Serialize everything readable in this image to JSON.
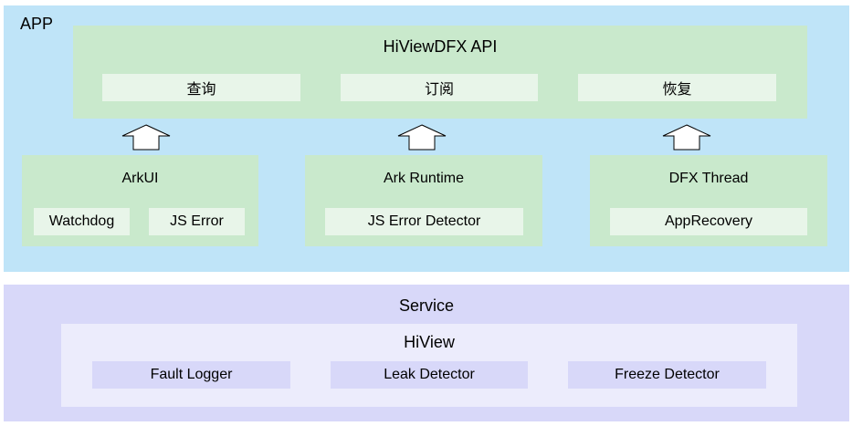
{
  "app": {
    "label": "APP",
    "api": {
      "title": "HiViewDFX API",
      "items": [
        "查询",
        "订阅",
        "恢复"
      ]
    },
    "modules": [
      {
        "title": "ArkUI",
        "subs": [
          "Watchdog",
          "JS Error"
        ]
      },
      {
        "title": "Ark Runtime",
        "subs": [
          "JS Error Detector"
        ]
      },
      {
        "title": "DFX Thread",
        "subs": [
          "AppRecovery"
        ]
      }
    ]
  },
  "service": {
    "label": "Service",
    "hiview": {
      "title": "HiView",
      "items": [
        "Fault Logger",
        "Leak Detector",
        "Freeze Detector"
      ]
    }
  }
}
